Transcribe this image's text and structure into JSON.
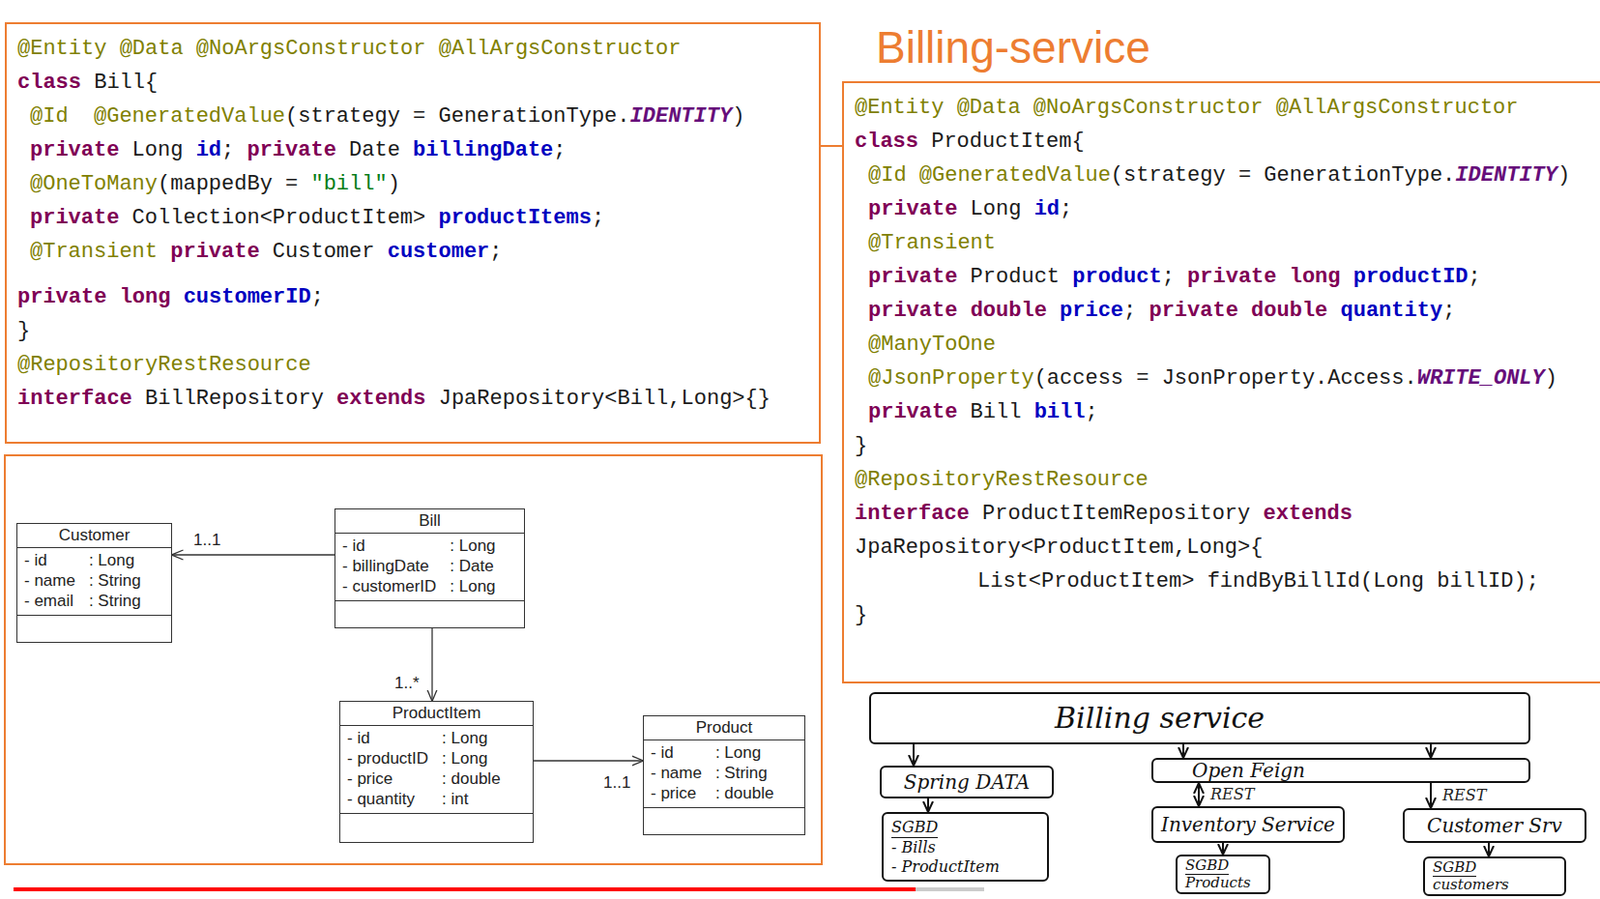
{
  "diagram": {
    "title": "Billing-service",
    "nodes": [
      {
        "text": [
          "@Entity @Data @NoArgsConstructor @AllArgsConstructor",
          "class Bill{",
          "@Id  @GeneratedValue(strategy = GenerationType.IDENTITY)",
          "private Long id; private Date billingDate;",
          "@OneToMany(mappedBy = \"bill\")",
          "private Collection<ProductItem> productItems;",
          "@Transient private Customer customer;",
          "private long customerID;",
          "}",
          "@RepositoryRestResource",
          "interface BillRepository extends JpaRepository<Bill,Long>{}"
        ]
      },
      {
        "text": [
          "@Entity @Data @NoArgsConstructor @AllArgsConstructor",
          "class ProductItem{",
          "@Id @GeneratedValue(strategy = GenerationType.IDENTITY)",
          "private Long id;",
          "@Transient",
          "private Product product; private long productID;",
          "private double price; private double quantity;",
          "@ManyToOne",
          "@JsonProperty(access = JsonProperty.Access.WRITE_ONLY)",
          "private Bill bill;",
          "}",
          "@RepositoryRestResource",
          "interface ProductItemRepository extends",
          "JpaRepository<ProductItem,Long>{",
          "List<ProductItem> findByBillId(Long billID);",
          "}"
        ]
      },
      {
        "text": [
          "Customer",
          "- id",
          ": Long",
          "- name",
          ": String",
          "- email",
          ": String"
        ]
      },
      {
        "text": [
          "Bill",
          "- id",
          ": Long",
          "- billingDate",
          ": Date",
          "- customerID",
          ": Long"
        ]
      },
      {
        "text": [
          "ProductItem",
          "- id",
          ": Long",
          "- productID",
          ": Long",
          "- price",
          ": double",
          "- quantity",
          ": int"
        ]
      },
      {
        "text": [
          "Product",
          "- id",
          ": Long",
          "- name",
          ": String",
          "- price",
          ": double"
        ]
      },
      {
        "text": [
          "Billing service"
        ]
      },
      {
        "text": [
          "Spring DATA"
        ]
      },
      {
        "text": [
          "SGBD",
          "- Bills",
          "- ProductItem"
        ]
      },
      {
        "text": [
          "Open Feign"
        ]
      },
      {
        "text": [
          "Inventory Service"
        ]
      },
      {
        "text": [
          "SGBD",
          "Products"
        ]
      },
      {
        "text": [
          "Customer Srv"
        ]
      },
      {
        "text": [
          "SGBD",
          "customers"
        ]
      }
    ],
    "edges": [
      {
        "from": 0,
        "to": 1,
        "arrow": "none"
      },
      {
        "from": 3,
        "to": 2,
        "label": "1..1",
        "arrow": "to"
      },
      {
        "from": 3,
        "to": 4,
        "label": "1..*",
        "arrow": "to"
      },
      {
        "from": 4,
        "to": 5,
        "label": "1..1",
        "arrow": "to"
      },
      {
        "from": 6,
        "to": 7,
        "arrow": "to"
      },
      {
        "from": 7,
        "to": 8,
        "arrow": "to"
      },
      {
        "from": 6,
        "to": 9,
        "arrow": "to"
      },
      {
        "from": 6,
        "to": 9,
        "arrow": "to"
      },
      {
        "from": 9,
        "to": 10,
        "label": "REST",
        "arrow": "both"
      },
      {
        "from": 9,
        "to": 12,
        "label": "REST",
        "arrow": "to"
      },
      {
        "from": 10,
        "to": 11,
        "arrow": "to"
      },
      {
        "from": 12,
        "to": 13,
        "arrow": "to"
      }
    ]
  }
}
